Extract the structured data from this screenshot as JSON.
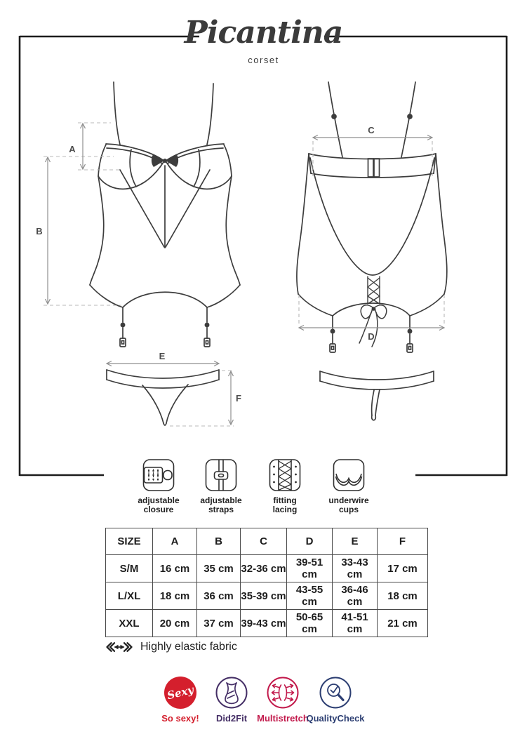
{
  "brand": {
    "name": "Picantina",
    "subtitle": "corset"
  },
  "diagram": {
    "views": [
      "front corset",
      "back corset",
      "front panties",
      "back panties"
    ],
    "measure_labels": {
      "A": "A",
      "B": "B",
      "C": "C",
      "D": "D",
      "E": "E",
      "F": "F"
    },
    "line_color": "#3d3d3d",
    "dimension_line_color": "#8f8f8f"
  },
  "features": [
    {
      "icon": "closure-icon",
      "label_line1": "adjustable",
      "label_line2": "closure"
    },
    {
      "icon": "straps-icon",
      "label_line1": "adjustable",
      "label_line2": "straps"
    },
    {
      "icon": "lacing-icon",
      "label_line1": "fitting",
      "label_line2": "lacing"
    },
    {
      "icon": "cups-icon",
      "label_line1": "underwire",
      "label_line2": "cups"
    }
  ],
  "size_table": {
    "headers": [
      "SIZE",
      "A",
      "B",
      "C",
      "D",
      "E",
      "F"
    ],
    "rows": [
      {
        "size": "S/M",
        "A": "16 cm",
        "B": "35 cm",
        "C": "32-36 cm",
        "D": "39-51 cm",
        "E": "33-43 cm",
        "F": "17 cm"
      },
      {
        "size": "L/XL",
        "A": "18 cm",
        "B": "36 cm",
        "C": "35-39 cm",
        "D": "43-55 cm",
        "E": "36-46 cm",
        "F": "18 cm"
      },
      {
        "size": "XXL",
        "A": "20 cm",
        "B": "37 cm",
        "C": "39-43 cm",
        "D": "50-65 cm",
        "E": "41-51 cm",
        "F": "21 cm"
      }
    ]
  },
  "fabric_note": {
    "text": "Highly elastic fabric"
  },
  "badges": {
    "sexy": {
      "circle_text": "Sexy",
      "label": "So sexy!",
      "color": "#d41f2d"
    },
    "did2fit": {
      "label": "Did2Fit",
      "color": "#452f66"
    },
    "multistretch": {
      "label": "Multistretch",
      "color": "#c2194b"
    },
    "qualitycheck": {
      "label": "QualityCheck",
      "color": "#2c3e72"
    }
  }
}
